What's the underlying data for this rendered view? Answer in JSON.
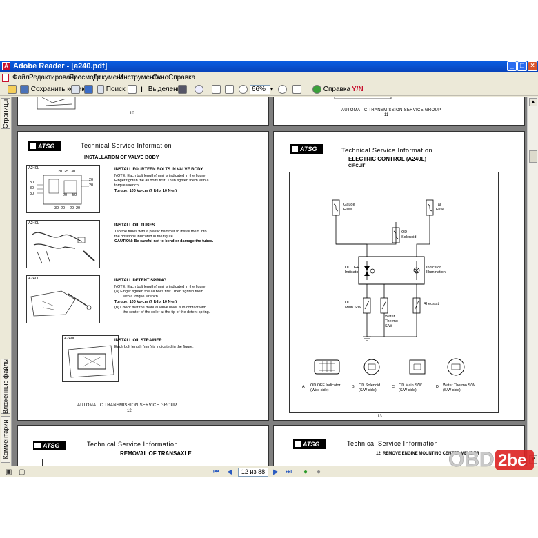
{
  "window": {
    "title": "Adobe Reader - [a240.pdf]",
    "minimize": "_",
    "restore": "□",
    "close": "×"
  },
  "menu": [
    "Файл",
    "Редактирование",
    "Просмотр",
    "Документ",
    "Инструменты",
    "Окно",
    "Справка"
  ],
  "toolbar": {
    "save_copy": "Сохранить копию",
    "search": "Поиск",
    "selection": "Выделение",
    "zoom_value": "66%",
    "help": "Справка"
  },
  "side_tabs": {
    "pages": "Страницы",
    "attachments": "Вложенные файлы",
    "comments": "Комментарии"
  },
  "status": {
    "page_indicator": "12 из 88"
  },
  "pages": {
    "p10": {
      "page_number": "10"
    },
    "p11": {
      "footer": "AUTOMATIC TRANSMISSION SERVICE GROUP",
      "page_number": "11"
    },
    "p12": {
      "logo": "ATSG",
      "header": "Technical Service Information",
      "title": "INSTALLATION OF VALVE BODY",
      "fig1_label": "A240L",
      "fig2_label": "A240L",
      "fig3_label": "A240L",
      "fig4_label": "A240L",
      "s1_head": "INSTALL FOURTEEN BOLTS IN VALVE BODY",
      "s1_l1": "NOTE:   Each bolt length (mm) is indicated in the figure.",
      "s1_l2": "Finger tighten the all bolts first. Then tighten them with a",
      "s1_l3": "torque wrench.",
      "s1_l4": "Torque:    100 kg-cm (7 ft-lb, 10 N-m)",
      "s2_head": "INSTALL OIL TUBES",
      "s2_l1": "Tap the tubes with a plastic hammer to install them into",
      "s2_l2": "the positions indicated in the figure.",
      "s2_l3": "CAUTION:   Be careful not to bend or damage the tubes.",
      "s3_head": "INSTALL DETENT SPRING",
      "s3_l1": "NOTE:   Each bolt length (mm) is indicated in the figure.",
      "s3_l2": "(a)   Finger tighten the all bolts first. Then tighten them",
      "s3_l3": "with a torque wrench.",
      "s3_l4": "Torque:    100 kg-cm (7 ft-lb, 10 N-m)",
      "s3_l5": "(b)   Check that the manual valve lever is in contact with",
      "s3_l6": "the center of the roller at the tip of the detent spring.",
      "s4_head": "INSTALL OIL STRAINER",
      "s4_l1": "Each bolt length (mm) is indicated in the figure.",
      "footer": "AUTOMATIC TRANSMISSION SERVICE GROUP",
      "page_number": "12",
      "bolt_labels": [
        "20",
        "25",
        "30",
        "30",
        "30",
        "20",
        "20",
        "30",
        "20",
        "50",
        "30",
        "20",
        "20",
        "20"
      ]
    },
    "p13": {
      "logo": "ATSG",
      "header": "Technical Service Information",
      "title": "ELECTRIC CONTROL (A240L)",
      "subtitle": "CIRCUIT",
      "gauge_fuse": "Gauge\nFuse",
      "tail_fuse": "Tail\nFuse",
      "od_solenoid": "OD\nSolenoid",
      "od_off_indicator": "OD OFF\nIndicator",
      "indicator_illumination": "Indicator\nIllumination",
      "od_main_sw": "OD\nMain S/W",
      "water_thermo_sw": "Water\nThermo\nS/W",
      "rheostat": "Rheostat",
      "conn_a": "OD OFF Indicator\n(Wire side)",
      "conn_b": "OD Solenoid\n(S/W side)",
      "conn_c": "OD Main S/W\n(S/W side)",
      "conn_d": "Water Thermo S/W\n(S/W side)",
      "letter_a": "A",
      "letter_b": "B",
      "letter_c": "C",
      "letter_d": "D",
      "page_number": "13"
    },
    "p14": {
      "logo": "ATSG",
      "header": "Technical Service Information",
      "title": "REMOVAL OF TRANSAXLE"
    },
    "p15": {
      "logo": "ATSG",
      "header": "Technical Service Information",
      "step": "12.   REMOVE ENGINE MOUNTING CENTER MEMBER"
    }
  },
  "watermark": {
    "brand_left": "OBD",
    "brand_right": "2be"
  }
}
